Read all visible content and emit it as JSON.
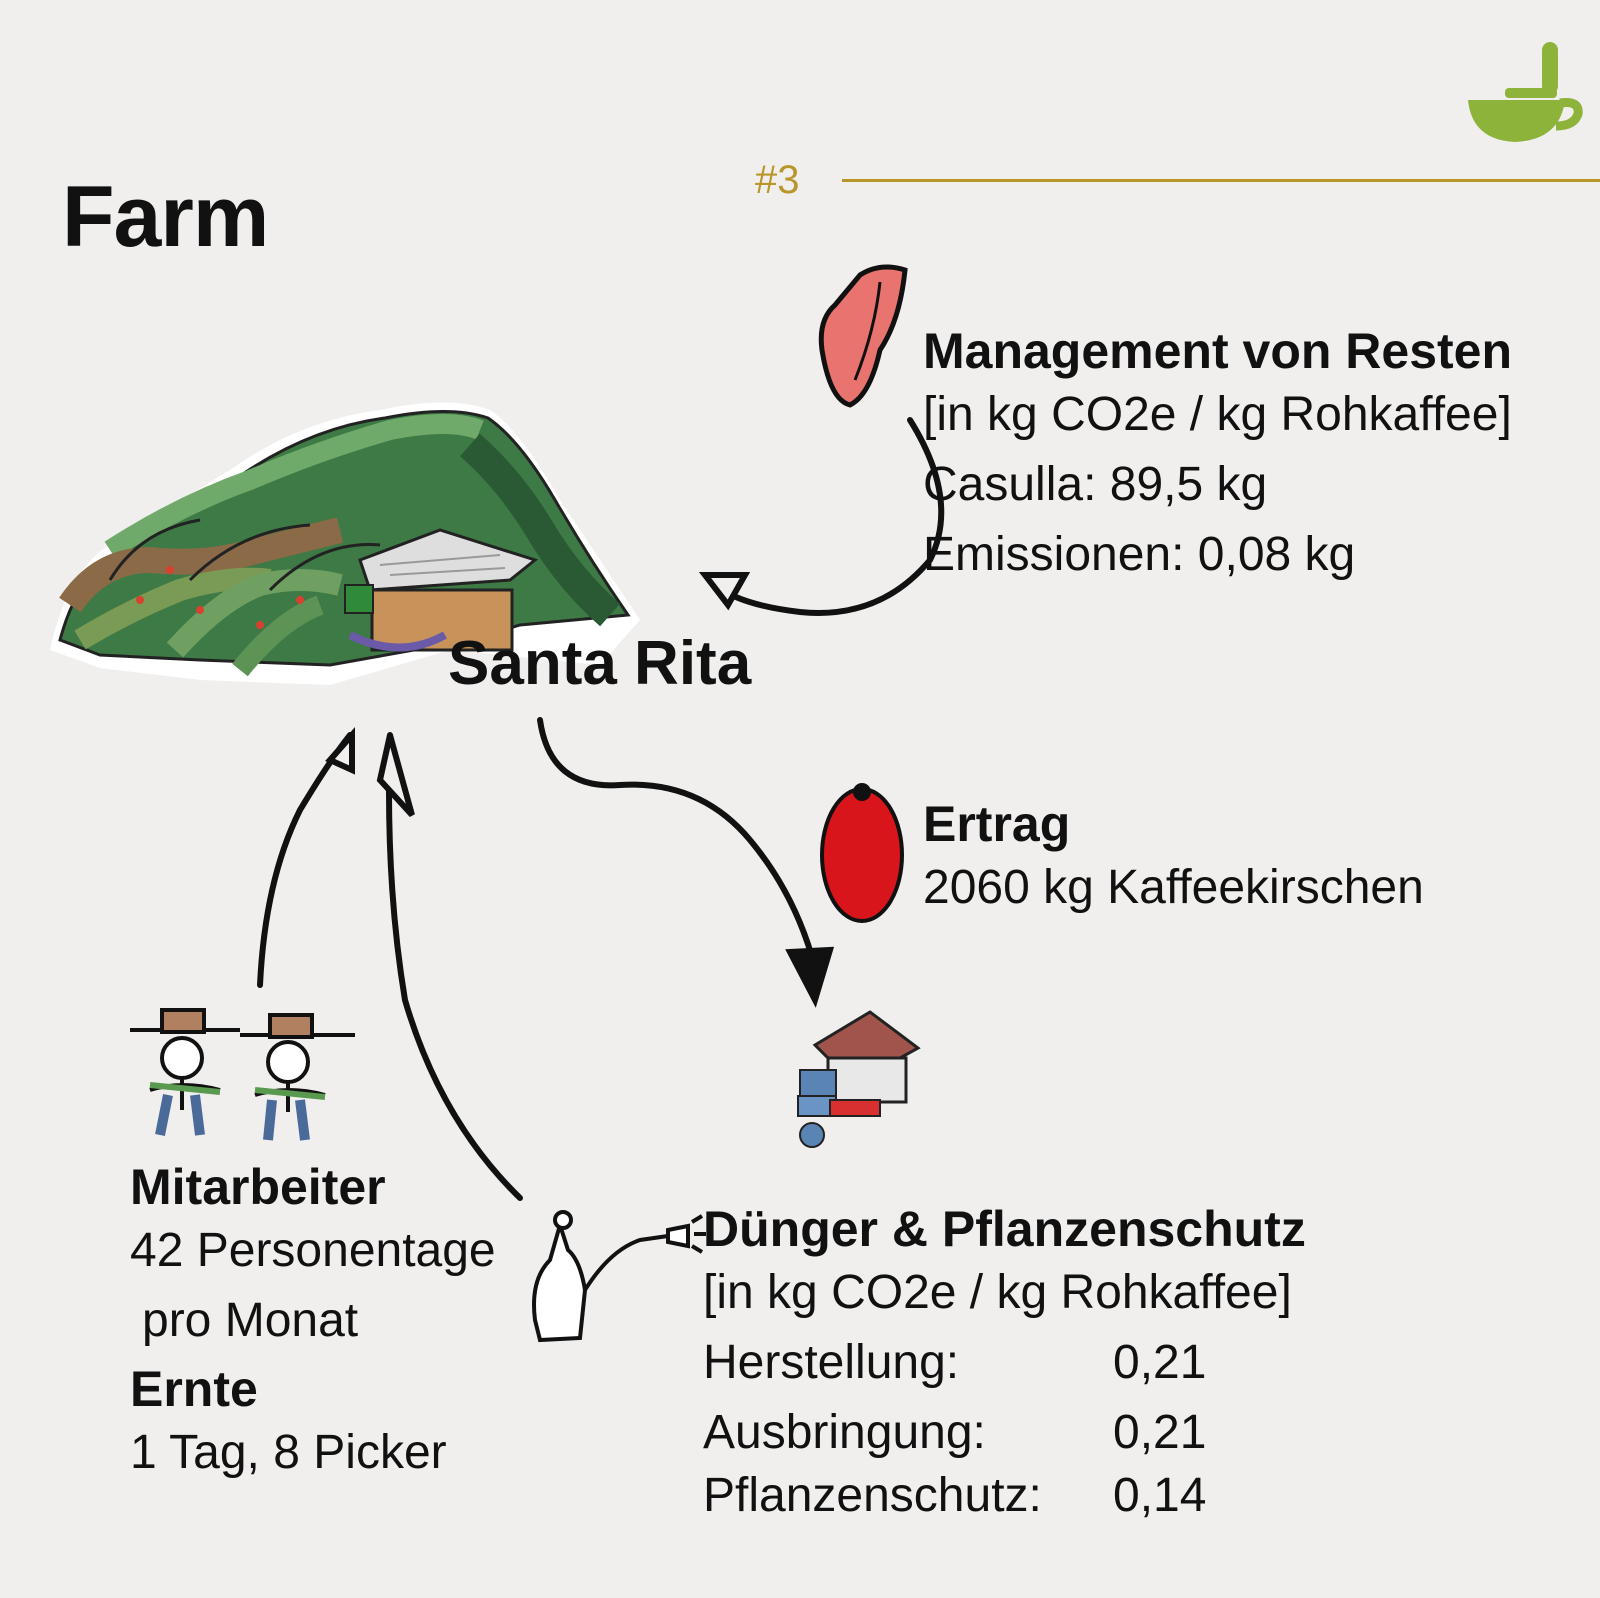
{
  "header": {
    "title": "Farm",
    "number": "#3"
  },
  "farm": {
    "name": "Santa Rita"
  },
  "residues": {
    "heading": "Management von Resten",
    "unit": "[in kg CO2e / kg Rohkaffee]",
    "casulla": "Casulla: 89,5 kg",
    "emissions": "Emissionen: 0,08 kg"
  },
  "yield": {
    "heading": "Ertrag",
    "value": "2060 kg Kaffeekirschen"
  },
  "workers": {
    "heading": "Mitarbeiter",
    "line1": "42 Personentage",
    "line2": "pro Monat"
  },
  "harvest": {
    "heading": "Ernte",
    "value": "1 Tag, 8 Picker"
  },
  "fertilizer": {
    "heading": "Dünger & Pflanzenschutz",
    "unit": "[in kg CO2e / kg Rohkaffee]",
    "rows": [
      {
        "label": "Herstellung:",
        "value": "0,21"
      },
      {
        "label": "Ausbringung:",
        "value": "0,21"
      },
      {
        "label": "Pflanzenschutz:",
        "value": "0,14"
      }
    ]
  },
  "colors": {
    "background": "#f0efed",
    "accent_gold": "#b9962a",
    "logo_green": "#8db33a",
    "cherry_red": "#d8151a",
    "husk_pink": "#e9736f",
    "hill_green": "#4e8a4e"
  },
  "icons": [
    "coffee-mill-logo-icon",
    "coffee-husk-icon",
    "coffee-cherry-icon",
    "farm-hill-illustration",
    "workers-illustration",
    "processing-station-icon",
    "sprayer-icon"
  ]
}
